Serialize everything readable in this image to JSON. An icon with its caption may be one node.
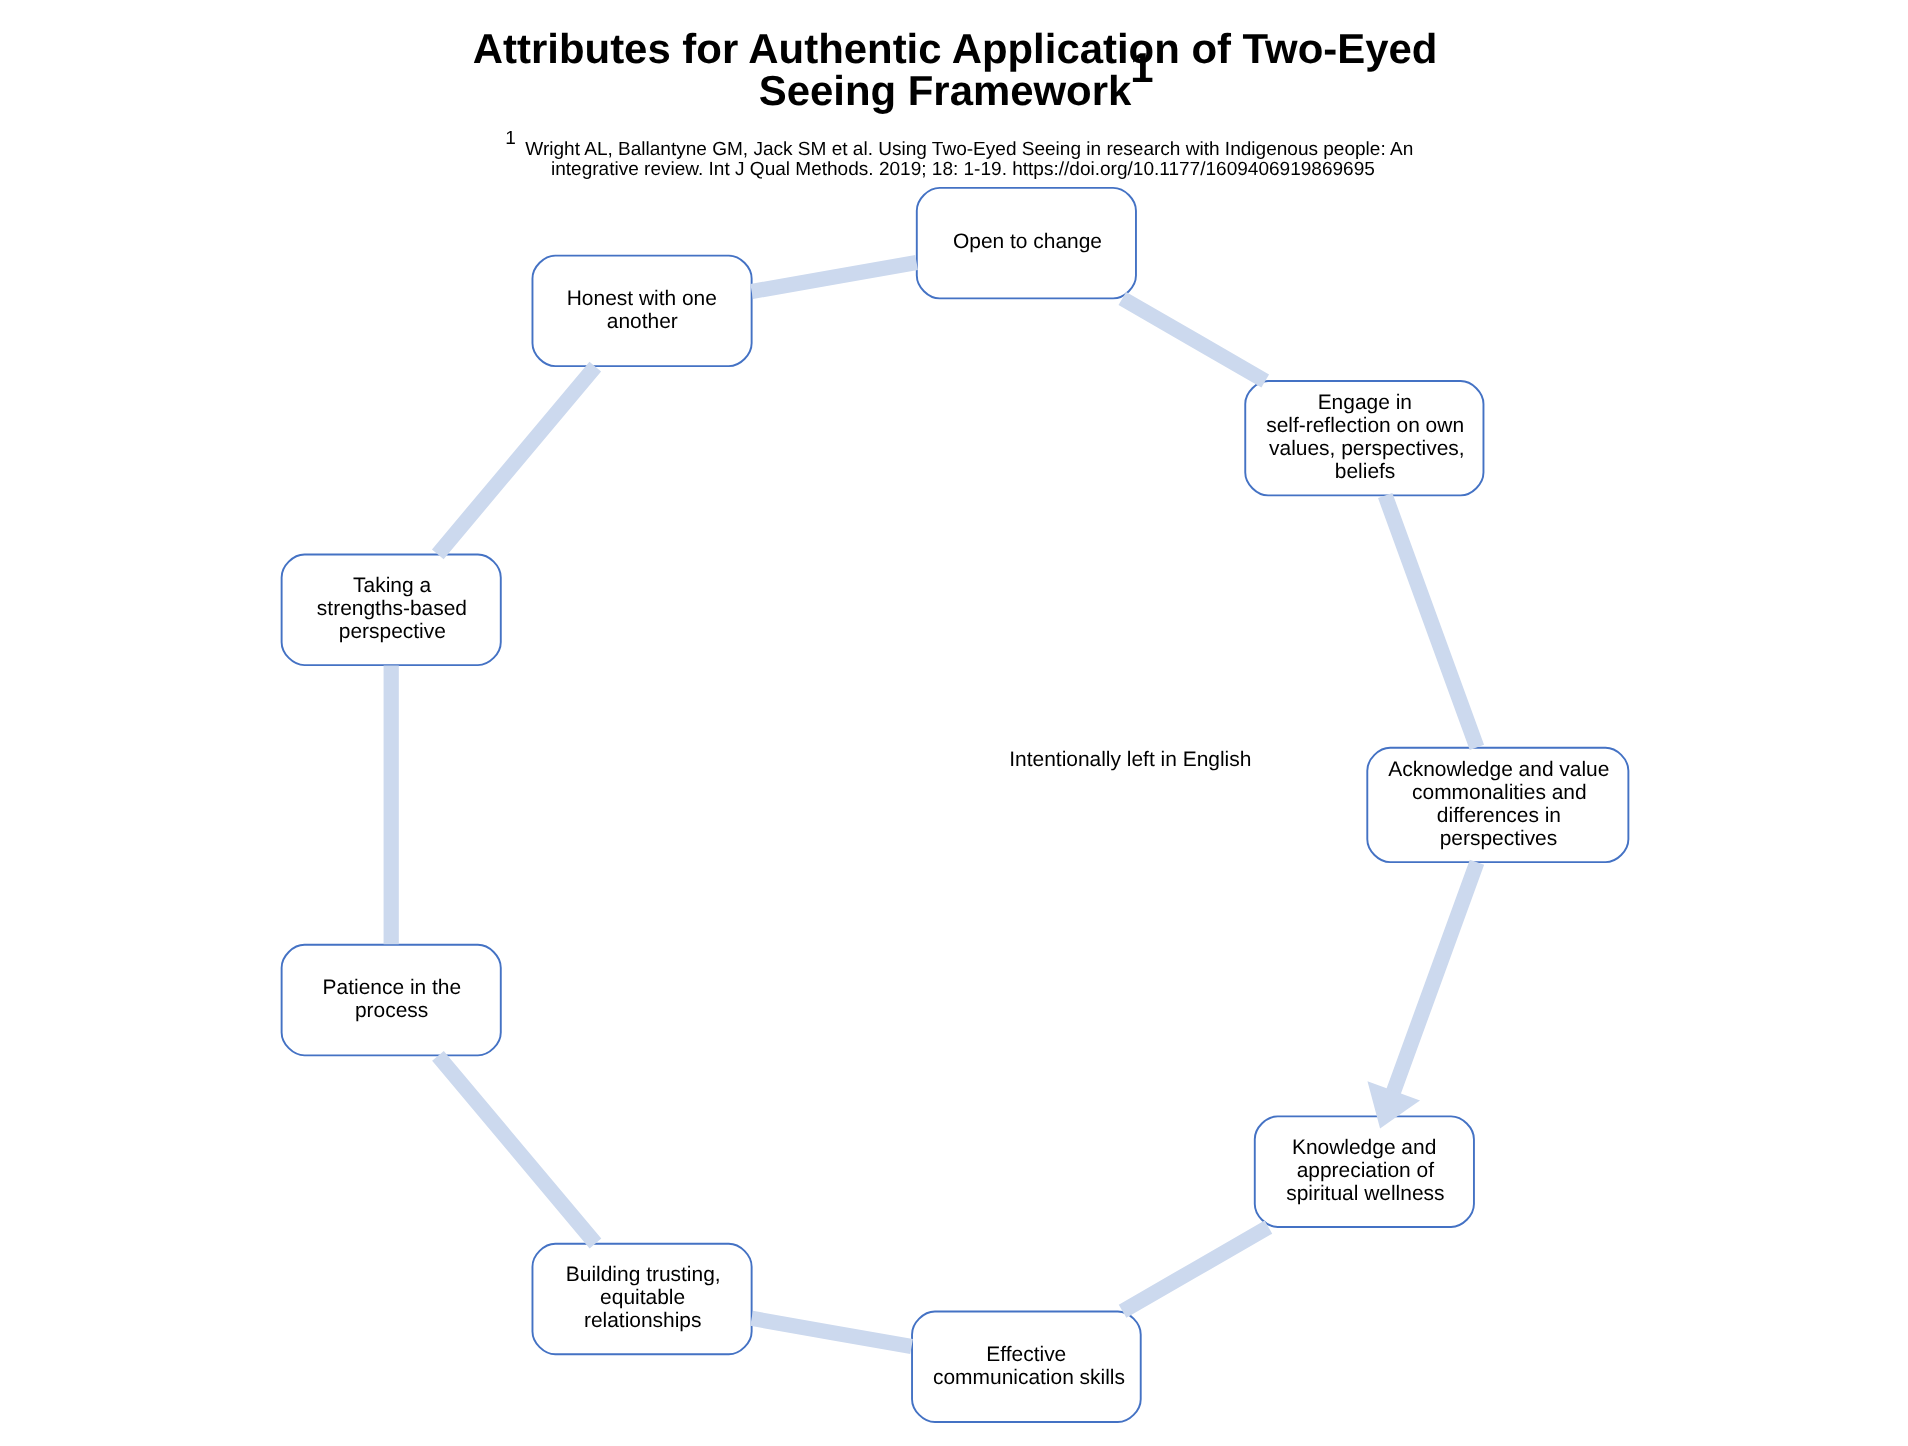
{
  "diagram": {
    "title": "Attributes for Authentic Application of Two-Eyed Seeing Framework$^{1}$",
    "caption": "$^{1}$ Wright AL, Ballantyne GM, Jack SM et al. Using Two-Eyed Seeing in research with Indigenous people: An integrative review. Int J Qual Methods. 2019; 18: 1-19. https://doi.org/10.1177/1609406919869695",
    "nodes": [
      {
        "text": [
          "Knowledge and appreciation of spiritual wellness"
        ]
      },
      {
        "text": [
          "Effective communication skills"
        ]
      },
      {
        "text": [
          "Building trusting, equitable relationships"
        ]
      },
      {
        "text": [
          "Patience in the process"
        ]
      },
      {
        "text": [
          "Taking a strengths-based perspective"
        ]
      },
      {
        "text": [
          "Honest with one another"
        ]
      },
      {
        "text": [
          "Open to change"
        ]
      },
      {
        "text": [
          "Engage in self-reflection on own values, perspectives, beliefs"
        ]
      },
      {
        "text": [
          "Acknowledge and value commonalities and differences in perspectives"
        ]
      }
    ],
    "edges": [
      {
        "from": 0,
        "to": 1,
        "arrow": "none"
      },
      {
        "from": 1,
        "to": 2,
        "arrow": "none"
      },
      {
        "from": 2,
        "to": 3,
        "arrow": "none"
      },
      {
        "from": 3,
        "to": 4,
        "arrow": "none"
      },
      {
        "from": 4,
        "to": 5,
        "arrow": "none"
      },
      {
        "from": 5,
        "to": 6,
        "arrow": "none"
      },
      {
        "from": 6,
        "to": 7,
        "arrow": "none"
      },
      {
        "from": 7,
        "to": 8,
        "arrow": "none"
      },
      {
        "from": 8,
        "to": 0,
        "arrow": "to"
      }
    ],
    "labels": [
      "Intentionally left in English"
    ]
  }
}
